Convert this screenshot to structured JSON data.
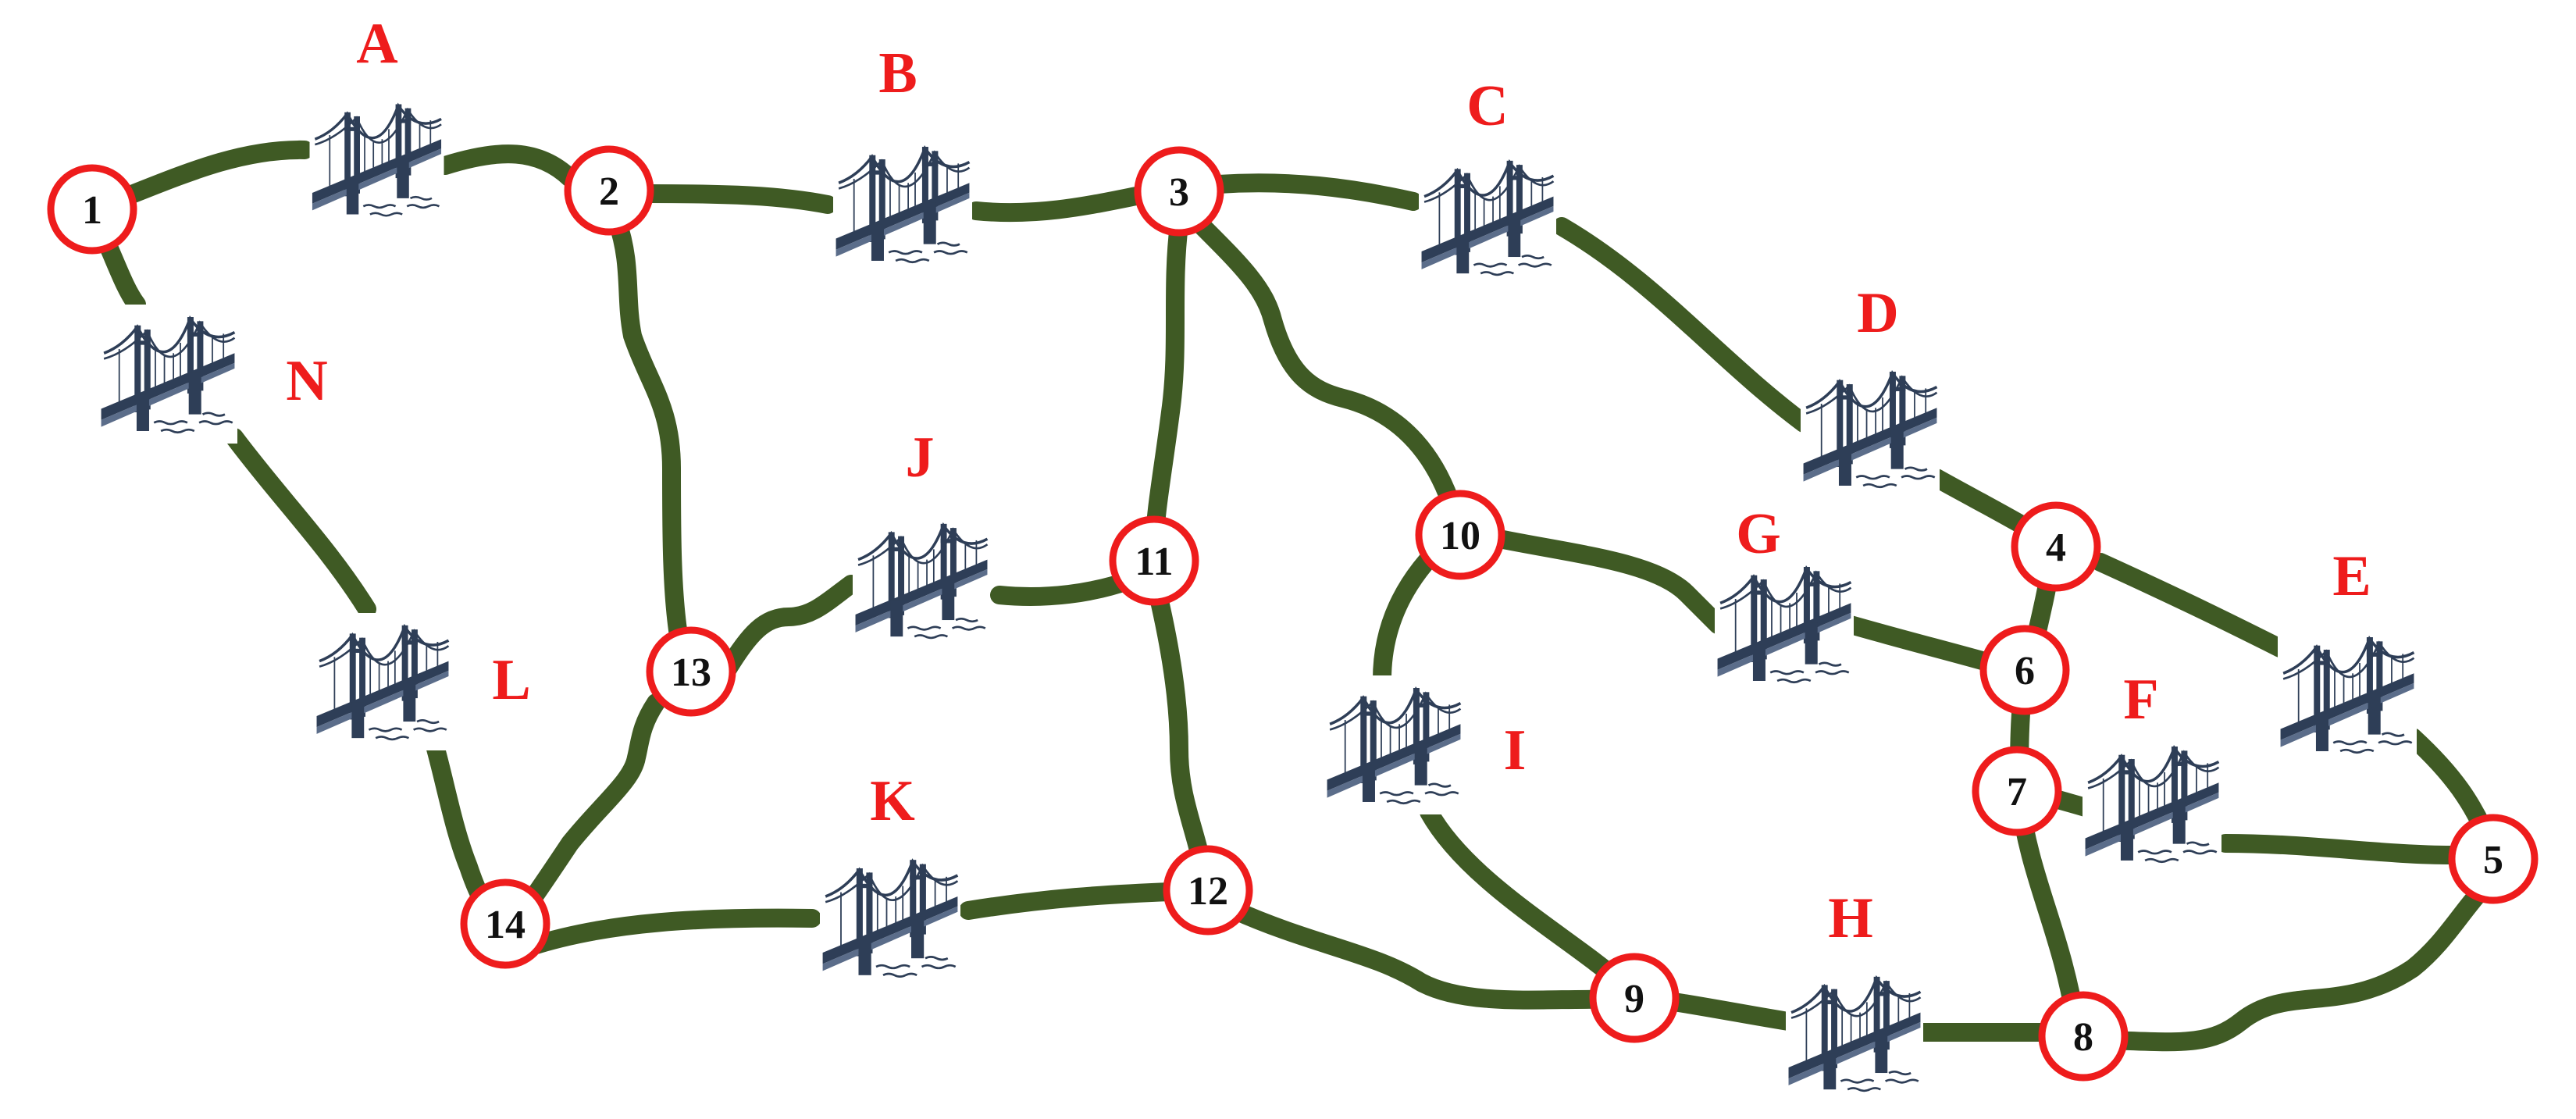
{
  "colors": {
    "road": "#3f5a24",
    "node_stroke": "#ee1c1c",
    "node_fill": "#ffffff",
    "bridge_label": "#ee1c1c",
    "bridge_icon": "#2e3e57"
  },
  "nodes": [
    {
      "id": "n1",
      "label": "1"
    },
    {
      "id": "n2",
      "label": "2"
    },
    {
      "id": "n3",
      "label": "3"
    },
    {
      "id": "n4",
      "label": "4"
    },
    {
      "id": "n5",
      "label": "5"
    },
    {
      "id": "n6",
      "label": "6"
    },
    {
      "id": "n7",
      "label": "7"
    },
    {
      "id": "n8",
      "label": "8"
    },
    {
      "id": "n9",
      "label": "9"
    },
    {
      "id": "n10",
      "label": "10"
    },
    {
      "id": "n11",
      "label": "11"
    },
    {
      "id": "n12",
      "label": "12"
    },
    {
      "id": "n13",
      "label": "13"
    },
    {
      "id": "n14",
      "label": "14"
    }
  ],
  "bridges": [
    {
      "id": "A",
      "label": "A",
      "connects": [
        "1",
        "2"
      ]
    },
    {
      "id": "B",
      "label": "B",
      "connects": [
        "2",
        "3"
      ]
    },
    {
      "id": "C",
      "label": "C",
      "connects": [
        "3",
        "4"
      ]
    },
    {
      "id": "D",
      "label": "D",
      "connects": [
        "3",
        "4"
      ]
    },
    {
      "id": "E",
      "label": "E",
      "connects": [
        "4",
        "5"
      ]
    },
    {
      "id": "F",
      "label": "F",
      "connects": [
        "7",
        "5"
      ]
    },
    {
      "id": "G",
      "label": "G",
      "connects": [
        "10",
        "6"
      ]
    },
    {
      "id": "H",
      "label": "H",
      "connects": [
        "9",
        "8"
      ]
    },
    {
      "id": "I",
      "label": "I",
      "connects": [
        "10",
        "9"
      ]
    },
    {
      "id": "J",
      "label": "J",
      "connects": [
        "13",
        "11"
      ]
    },
    {
      "id": "K",
      "label": "K",
      "connects": [
        "14",
        "12"
      ]
    },
    {
      "id": "L",
      "label": "L",
      "connects": [
        "1",
        "14"
      ]
    },
    {
      "id": "N",
      "label": "N",
      "connects": [
        "1",
        "14"
      ]
    }
  ],
  "roads": [
    [
      "2",
      "13"
    ],
    [
      "13",
      "14"
    ],
    [
      "3",
      "11"
    ],
    [
      "11",
      "12"
    ],
    [
      "3",
      "10"
    ],
    [
      "12",
      "9"
    ],
    [
      "4",
      "6"
    ],
    [
      "6",
      "7"
    ],
    [
      "7",
      "8"
    ],
    [
      "8",
      "5"
    ]
  ]
}
